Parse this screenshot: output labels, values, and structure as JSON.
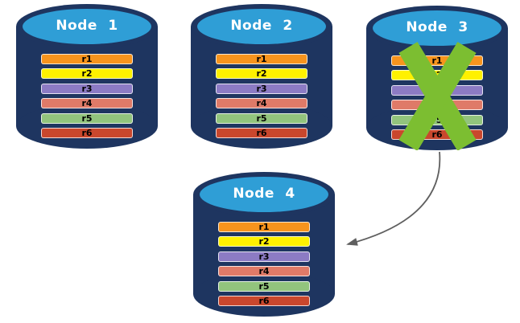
{
  "nodes": [
    {
      "label": "Node 1",
      "failed": false
    },
    {
      "label": "Node 2",
      "failed": false
    },
    {
      "label": "Node 3",
      "failed": true
    },
    {
      "label": "Node 4",
      "failed": false
    }
  ],
  "replicas": [
    {
      "label": "r1",
      "color": "#F7941D"
    },
    {
      "label": "r2",
      "color": "#FFF100"
    },
    {
      "label": "r3",
      "color": "#8C7BC4"
    },
    {
      "label": "r4",
      "color": "#DF7A68"
    },
    {
      "label": "r5",
      "color": "#92C47D"
    },
    {
      "label": "r6",
      "color": "#C9472D"
    }
  ],
  "colors": {
    "cylinder_body": "#1E3560",
    "cylinder_top": "#2F9ED6",
    "node_label_text": "#FFFFFF",
    "replica_label_text": "#000000",
    "failure_x": "#7CBE31",
    "arrow": "#5F5F5F",
    "background": "#FFFFFF"
  }
}
